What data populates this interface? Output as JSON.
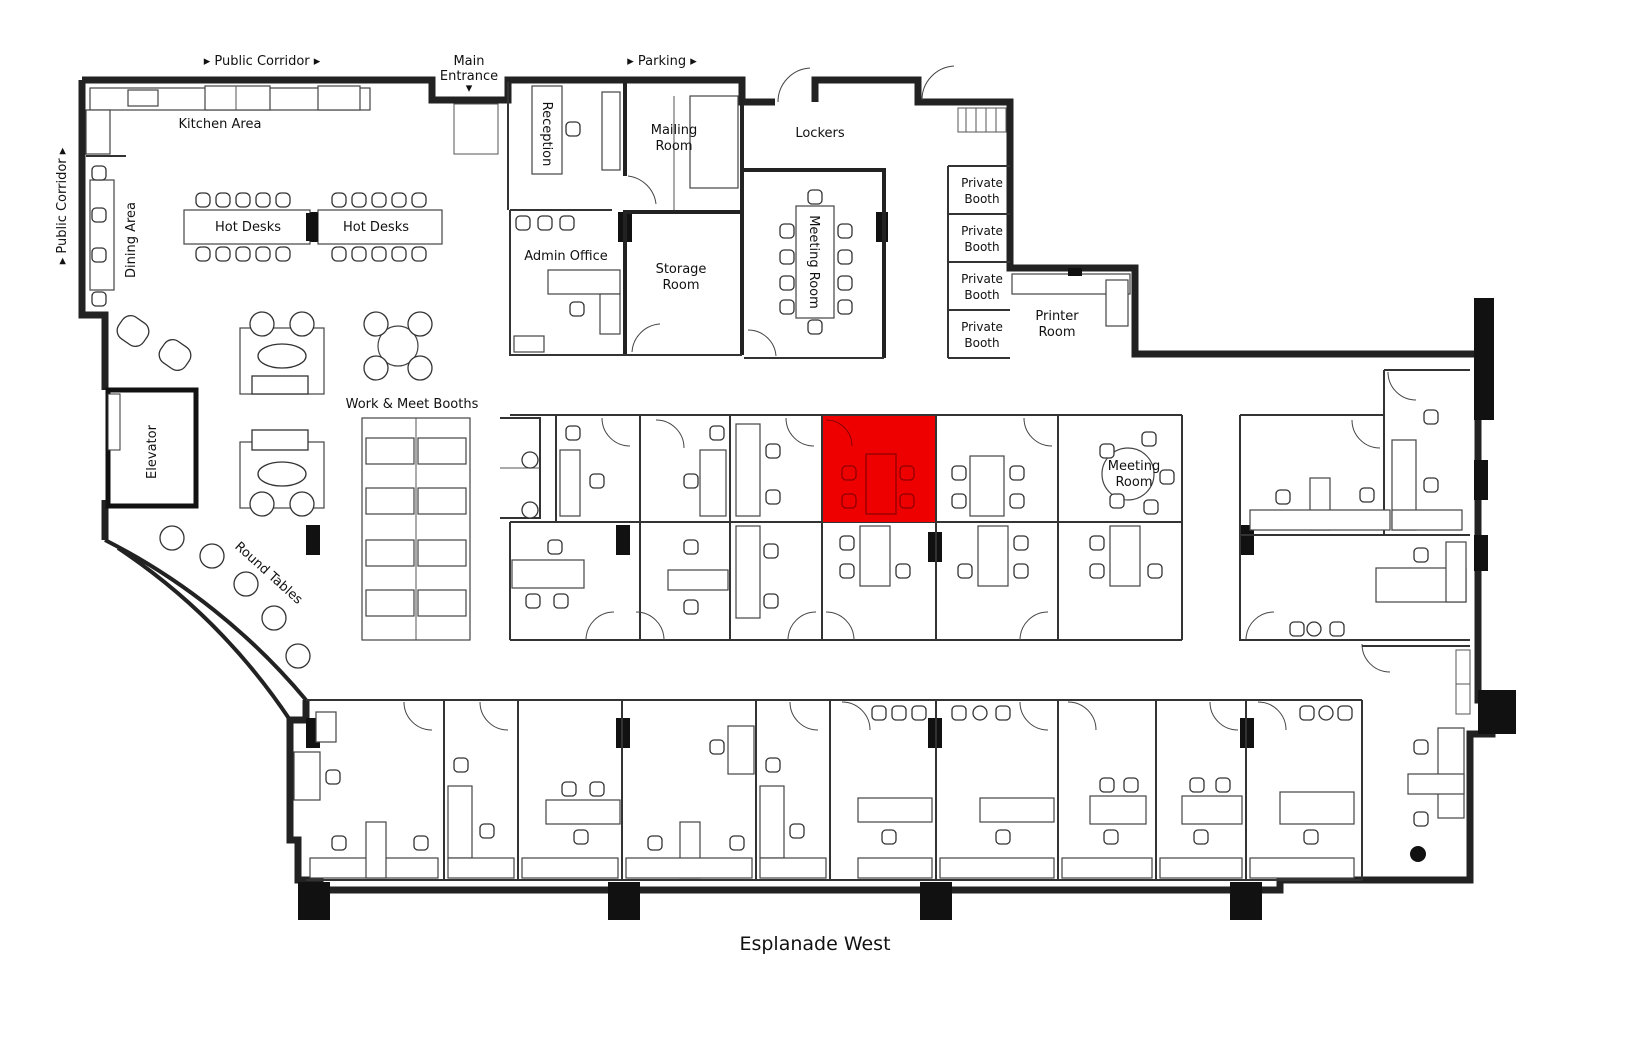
{
  "labels": {
    "public_corridor_top": "▸ Public Corridor ▸",
    "main_entrance_1": "Main",
    "main_entrance_2": "Entrance",
    "parking": "▸ Parking ▸",
    "public_corridor_side": "▸ Public Corridor ▸",
    "kitchen_area": "Kitchen Area",
    "dining_area": "Dining Area",
    "hot_desks_1": "Hot Desks",
    "hot_desks_2": "Hot Desks",
    "reception": "Reception",
    "mailing_room_1": "Mailing",
    "mailing_room_2": "Room",
    "lockers": "Lockers",
    "admin_office": "Admin Office",
    "storage_room_1": "Storage",
    "storage_room_2": "Room",
    "meeting_room_vertical": "Meeting Room",
    "private_booth_1a": "Private",
    "private_booth_1b": "Booth",
    "private_booth_2a": "Private",
    "private_booth_2b": "Booth",
    "private_booth_3a": "Private",
    "private_booth_3b": "Booth",
    "private_booth_4a": "Private",
    "private_booth_4b": "Booth",
    "printer_room_1": "Printer",
    "printer_room_2": "Room",
    "work_meet_booths": "Work & Meet Booths",
    "elevator": "Elevator",
    "round_tables": "Round Tables",
    "meeting_room_round_1": "Meeting",
    "meeting_room_round_2": "Room",
    "street": "Esplanade West"
  },
  "colors": {
    "highlight": "#ee0000",
    "wall": "#222222",
    "background": "#ffffff"
  }
}
